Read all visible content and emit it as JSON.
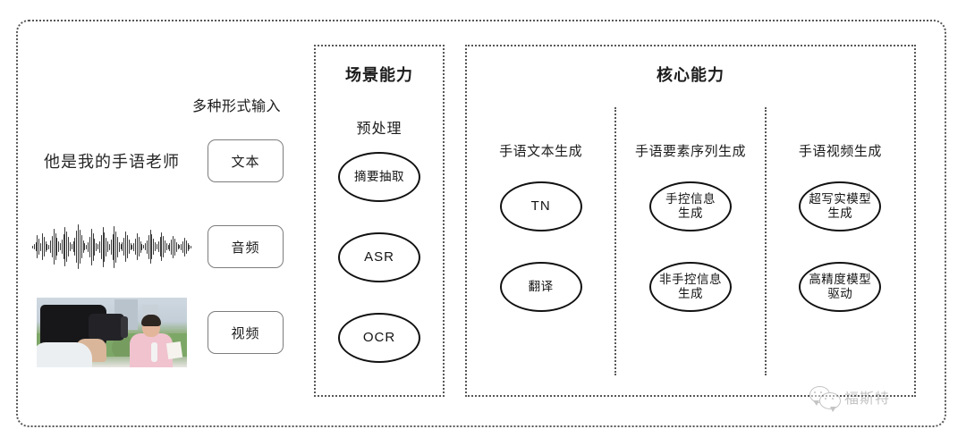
{
  "diagram": {
    "input_section": {
      "multi_input_label": "多种形式输入",
      "rows": [
        {
          "sample_kind": "text",
          "sample_text": "他是我的手语老师",
          "modality_label": "文本"
        },
        {
          "sample_kind": "waveform",
          "sample_text": "",
          "modality_label": "音频"
        },
        {
          "sample_kind": "photo",
          "sample_text": "",
          "modality_label": "视频"
        }
      ]
    },
    "scene_section": {
      "title": "场景能力",
      "subtitle": "预处理",
      "nodes": [
        {
          "label": "摘要抽取",
          "script": "cjk"
        },
        {
          "label": "ASR",
          "script": "latin"
        },
        {
          "label": "OCR",
          "script": "latin"
        }
      ]
    },
    "core_section": {
      "title": "核心能力",
      "columns": [
        {
          "title": "手语文本生成",
          "nodes": [
            {
              "label": "TN",
              "script": "latin"
            },
            {
              "label": "翻译",
              "script": "cjk"
            }
          ]
        },
        {
          "title": "手语要素序列生成",
          "nodes": [
            {
              "label": "手控信息\n生成",
              "script": "cjk"
            },
            {
              "label": "非手控信息\n生成",
              "script": "cjk"
            }
          ]
        },
        {
          "title": "手语视频生成",
          "nodes": [
            {
              "label": "超写实模型\n生成",
              "script": "cjk"
            },
            {
              "label": "高精度模型\n驱动",
              "script": "cjk"
            }
          ]
        }
      ]
    },
    "watermark": {
      "text": "福斯特",
      "icon": "wechat-logo-icon"
    },
    "colors": {
      "border": "#575757",
      "node_border": "#111111",
      "text": "#1c1c1c",
      "watermark": "#8a8a8a",
      "background": "#ffffff"
    }
  }
}
